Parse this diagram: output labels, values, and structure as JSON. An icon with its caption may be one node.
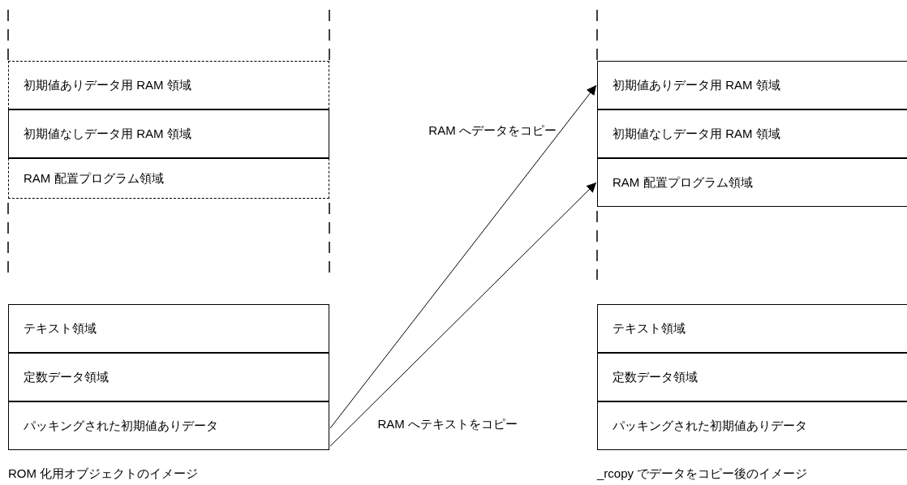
{
  "diagram": {
    "nodes": [
      {
        "text": [
          "初期値ありデータ用 RAM 領域"
        ]
      },
      {
        "text": [
          "初期値なしデータ用 RAM 領域"
        ]
      },
      {
        "text": [
          "RAM 配置プログラム領域"
        ]
      },
      {
        "text": [
          "テキスト領域"
        ]
      },
      {
        "text": [
          "定数データ領域"
        ]
      },
      {
        "text": [
          "パッキングされた初期値ありデータ"
        ]
      },
      {
        "text": [
          "初期値ありデータ用 RAM 領域"
        ]
      },
      {
        "text": [
          "初期値なしデータ用 RAM 領域"
        ]
      },
      {
        "text": [
          "RAM 配置プログラム領域"
        ]
      },
      {
        "text": [
          "テキスト領域"
        ]
      },
      {
        "text": [
          "定数データ領域"
        ]
      },
      {
        "text": [
          "パッキングされた初期値ありデータ"
        ]
      }
    ],
    "edges": [
      {
        "from": 5,
        "to": 6,
        "arrow": "to",
        "label": "RAM へデータをコピー"
      },
      {
        "from": 5,
        "to": 8,
        "arrow": "to",
        "label": "RAM へテキストをコピー"
      }
    ],
    "labels": [
      "ROM 化用オブジェクトのイメージ",
      "_rcopy でデータをコピー後のイメージ"
    ]
  }
}
